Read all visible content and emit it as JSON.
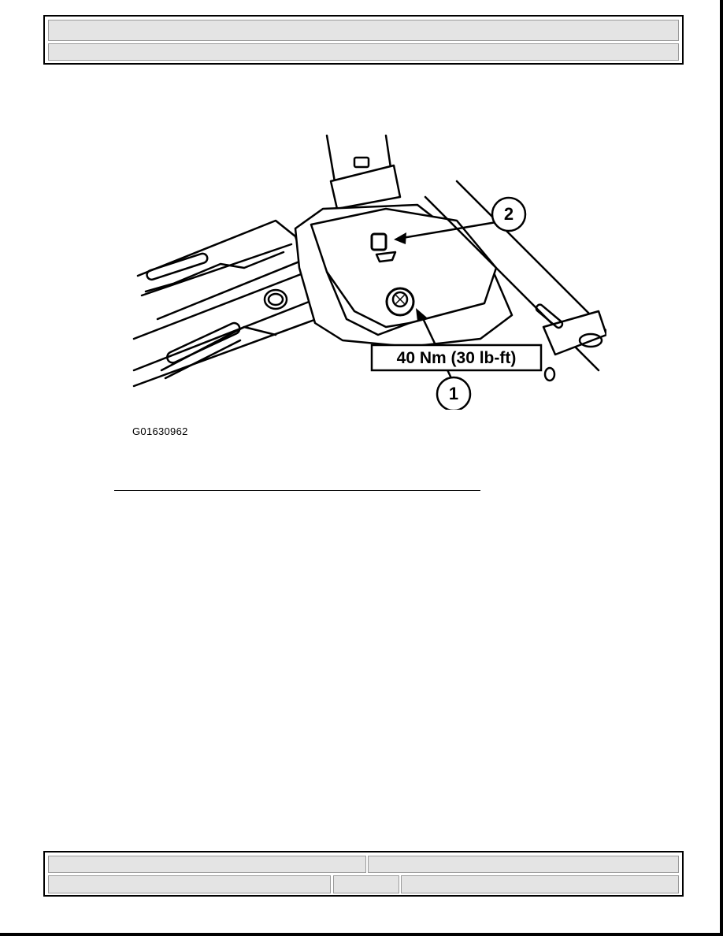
{
  "header": {
    "row1": "",
    "row2": ""
  },
  "figure": {
    "torque_label": "40 Nm (30 lb-ft)",
    "callout_1": "1",
    "callout_2": "2",
    "figure_id": "G01630962"
  },
  "footer": {
    "row1_left": "",
    "row1_right": "",
    "row2_left": "",
    "row2_mid": "",
    "row2_right": ""
  }
}
